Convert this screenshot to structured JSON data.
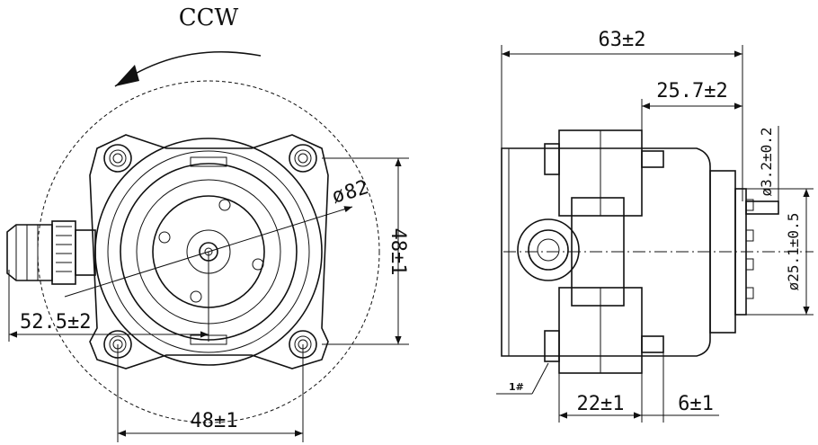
{
  "front_view": {
    "rotation_label": "CCW",
    "diameter_label": "82",
    "diameter_symbol": "ø",
    "height_dim": "48±1",
    "width_dim": "48±1",
    "offset_dim": "52.5±2"
  },
  "side_view": {
    "overall_length_dim": "63±2",
    "flange_to_face_dim": "25.7±2",
    "shaft_dia_dim": "ø3.2±0.2",
    "boss_dia_dim": "ø25.1±0.5",
    "flange_width_dim": "22±1",
    "pilot_dim": "6±1",
    "port_label": "1#"
  }
}
